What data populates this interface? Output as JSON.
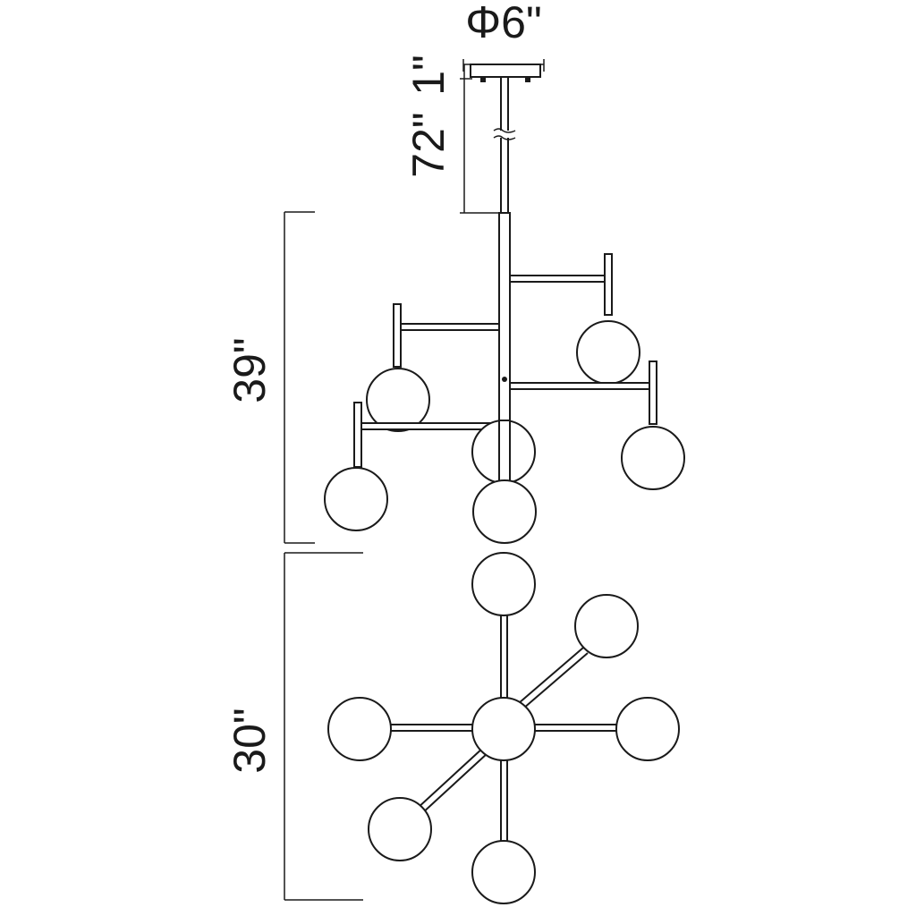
{
  "dimensions": {
    "canopy_diameter": "Φ6\"",
    "canopy_height": "1\"",
    "rod_length": "72\"",
    "fixture_height": "39\"",
    "fixture_width": "30\""
  },
  "colors": {
    "line": "#1a1a1a",
    "background": "#ffffff"
  }
}
